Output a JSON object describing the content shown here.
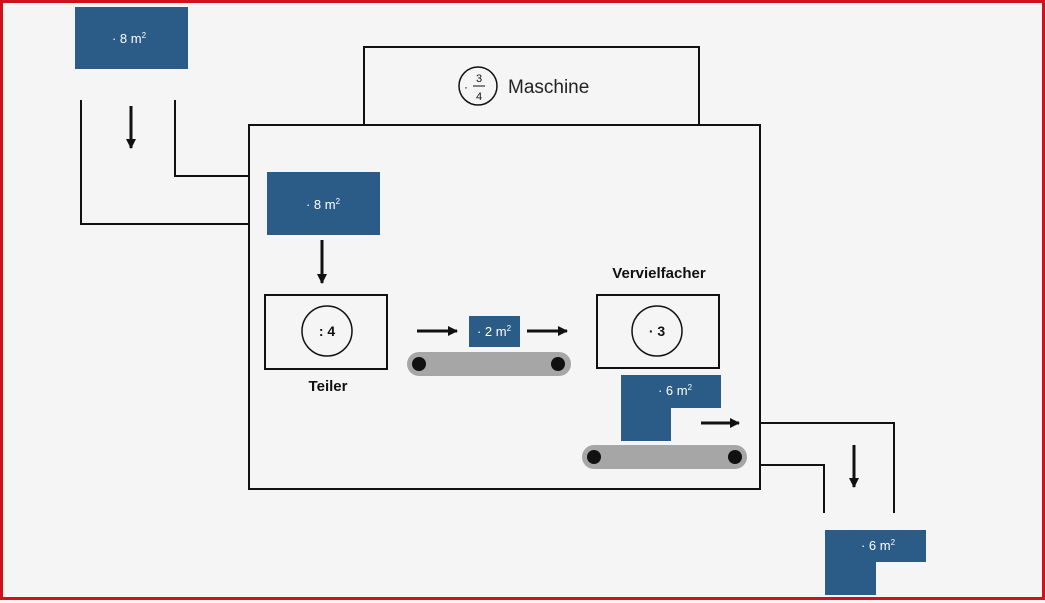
{
  "machine": {
    "label": "Maschine",
    "factor_prefix": "·",
    "factor_numerator": "3",
    "factor_denominator": "4"
  },
  "input_area": {
    "label": "· 8 m",
    "exponent": "2"
  },
  "inner_area": {
    "label": "· 8 m",
    "exponent": "2"
  },
  "divider": {
    "label": "Teiler",
    "operation": ": 4"
  },
  "belt_area": {
    "label": "· 2 m",
    "exponent": "2"
  },
  "multiplier": {
    "label": "Vervielfacher",
    "operation": "· 3"
  },
  "result_area": {
    "label": "· 6 m",
    "exponent": "2"
  },
  "output_area": {
    "label": "· 6 m",
    "exponent": "2"
  },
  "colors": {
    "block": "#2b5b87",
    "belt": "#a6a6a6",
    "line": "#111111",
    "frame": "#d0101a"
  }
}
